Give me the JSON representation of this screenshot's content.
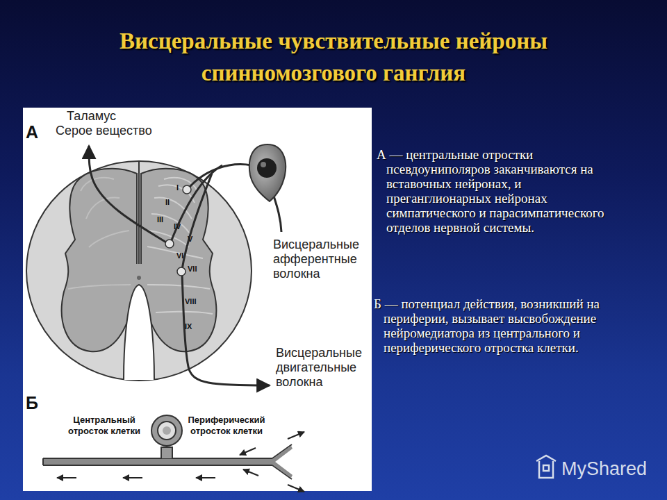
{
  "diagram": {
    "title": "Висцеральные чувствительные нейроны спинномозгового ганглия",
    "labels": [
      "А",
      "Таламус",
      "Серое вещество",
      "I",
      "II",
      "III",
      "IV",
      "V",
      "VI",
      "VII",
      "VIII",
      "IX",
      "Висцеральные афферентные волокна",
      "Висцеральные двигательные волокна",
      "Б",
      "Центральный отросток клетки",
      "Периферический отросток клетки",
      "А — центральные отростки псевдоуниполяров заканчиваются на вставочных нейронах, и преганглионарных нейронах симпатического и парасимпатического отделов нервной системы.",
      "Б — потенциал действия, возникший на периферии, вызывает высвобождение нейромедиатора из центрального и периферического отростка клетки.",
      "MyShared"
    ]
  }
}
